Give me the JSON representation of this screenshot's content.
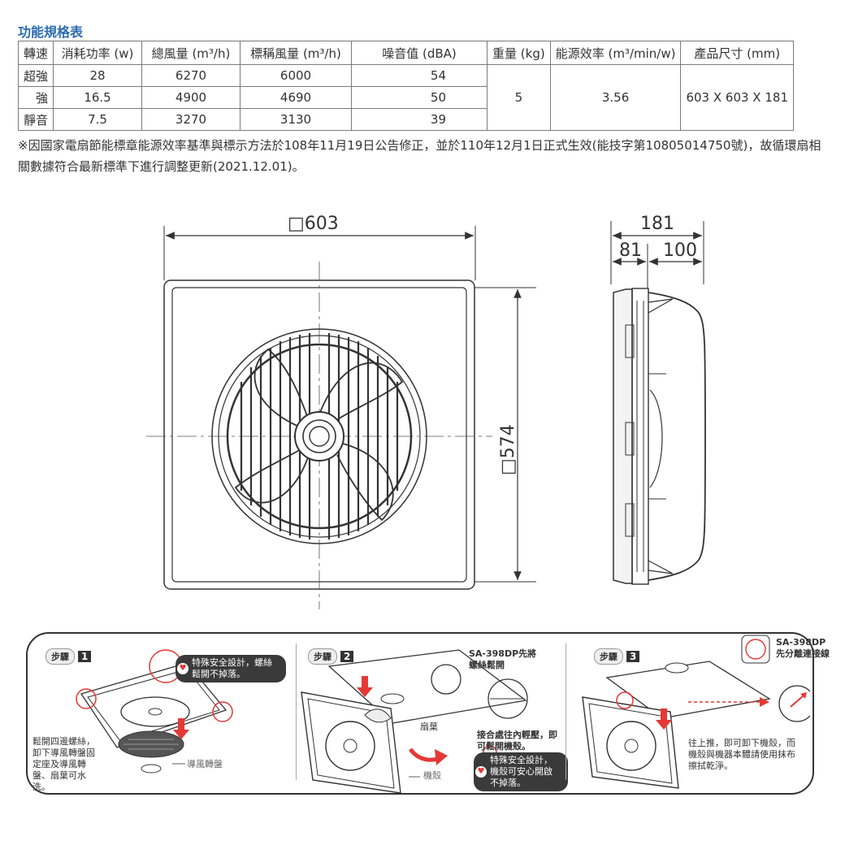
{
  "section_title": "功能規格表",
  "table": {
    "headers": [
      "轉速",
      "消耗功率 (w)",
      "總風量 (m³/h)",
      "標稱風量 (m³/h)",
      "噪音值 (dBA)",
      "重量 (kg)",
      "能源效率 (m³/min/w)",
      "產品尺寸 (mm)"
    ],
    "rows": [
      [
        "超強",
        "28",
        "6270",
        "6000",
        "54"
      ],
      [
        "強",
        "16.5",
        "4900",
        "4690",
        "50"
      ],
      [
        "靜音",
        "7.5",
        "3270",
        "3130",
        "39"
      ]
    ],
    "weight": "5",
    "efficiency": "3.56",
    "size": "603 X 603 X 181"
  },
  "note": "※因國家電扇節能標章能源效率基準與標示方法於108年11月19日公告修正，並於110年12月1日正式生效(能技字第10805014750號)，故循環扇相關數據符合最新標準下進行調整更新(2021.12.01)。",
  "dimensions": {
    "width": "□603",
    "height": "□574",
    "depth_total": "181",
    "depth_a": "81",
    "depth_b": "100"
  },
  "steps": [
    {
      "label": "步驟",
      "num": "1",
      "callout": "特殊安全設計，螺絲鬆開不掉落。",
      "desc": "鬆開四邊螺絲，卸下導風轉盤固定座及導風轉盤、扇葉可水洗。",
      "part": "導風轉盤"
    },
    {
      "label": "步驟",
      "num": "2",
      "callout_top": "SA-398DP先將螺絲鬆開",
      "blade": "扇葉",
      "mid": "接合處往內輕壓，即可鬆開機殼。",
      "callout": "特殊安全設計，機殼可安心開啟不掉落。",
      "part": "機殼"
    },
    {
      "label": "步驟",
      "num": "3",
      "callout_top": "SA-398DP先分離連接線",
      "desc": "往上推，即可卸下機殼，而機殼與機器本體請使用抹布擦拭乾淨。"
    }
  ],
  "colors": {
    "accent": "#2b6cb0",
    "arrow": "#e53935"
  }
}
